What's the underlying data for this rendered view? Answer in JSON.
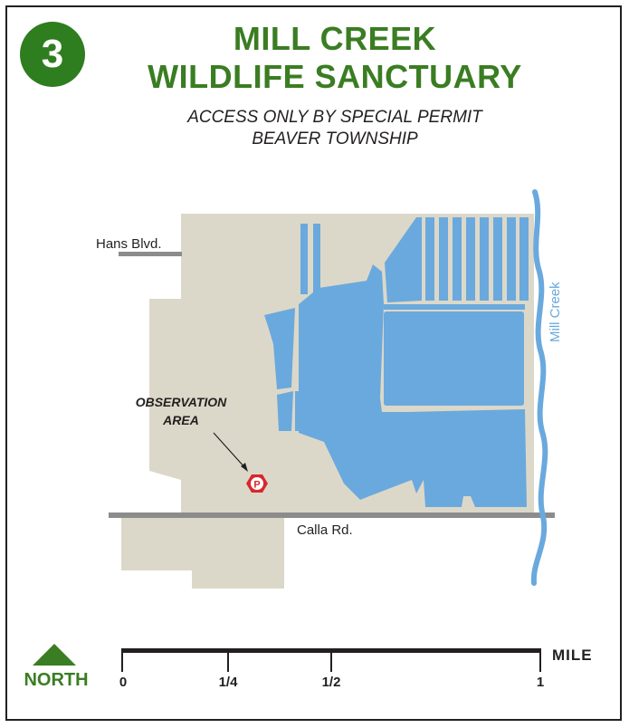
{
  "badge": {
    "number": "3"
  },
  "title": {
    "line1": "MILL CREEK",
    "line2": "WILDLIFE SANCTUARY"
  },
  "subtitle": {
    "line1": "ACCESS ONLY BY SPECIAL PERMIT",
    "line2": "BEAVER TOWNSHIP"
  },
  "map": {
    "roads": {
      "hans": "Hans Blvd.",
      "calla": "Calla Rd."
    },
    "creek": "Mill Creek",
    "observation": {
      "line1": "OBSERVATION",
      "line2": "AREA",
      "parking_icon": "P"
    }
  },
  "colors": {
    "land": "#dcd8c9",
    "water": "#6aa9dd",
    "road": "#8c8c8c",
    "brand_green": "#3a7d22",
    "parking_red": "#d7282e"
  },
  "compass": {
    "label": "NORTH",
    "icon": "north-arrow-icon"
  },
  "scale": {
    "unit": "MILE",
    "ticks": [
      "0",
      "1/4",
      "1/2",
      "1"
    ]
  }
}
